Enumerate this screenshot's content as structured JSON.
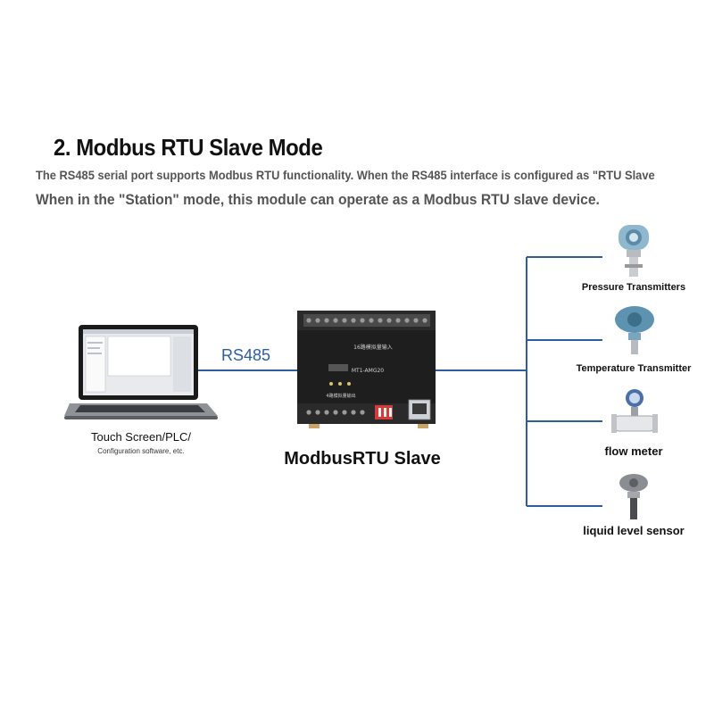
{
  "header": {
    "title": "2. Modbus RTU Slave Mode",
    "description_line1": "The RS485 serial port supports Modbus RTU functionality. When the RS485 interface is configured as \"RTU Slave",
    "description_line2": "When in the \"Station\" mode, this module can operate as a Modbus RTU slave device."
  },
  "link": {
    "label": "RS485"
  },
  "master": {
    "label": "Touch Screen/PLC/",
    "sublabel": "Configuration software, etc."
  },
  "module": {
    "label": "ModbusRTU Slave",
    "model": "MT1-AMG20",
    "top_text": "16路模拟量输入",
    "bottom_text": "4路模拟量输出"
  },
  "devices": [
    {
      "label": "Pressure Transmitters"
    },
    {
      "label": "Temperature Transmitter"
    },
    {
      "label": "flow meter"
    },
    {
      "label": "liquid level sensor"
    }
  ],
  "colors": {
    "line": "#2d5f9e",
    "module_body": "#1e1e1e",
    "terminal": "#2a2a2a",
    "dip_switch": "#d63a3a"
  },
  "icons": [
    "laptop-icon",
    "io-module-icon",
    "pressure-transmitter-icon",
    "temperature-transmitter-icon",
    "flow-meter-icon",
    "level-sensor-icon"
  ]
}
